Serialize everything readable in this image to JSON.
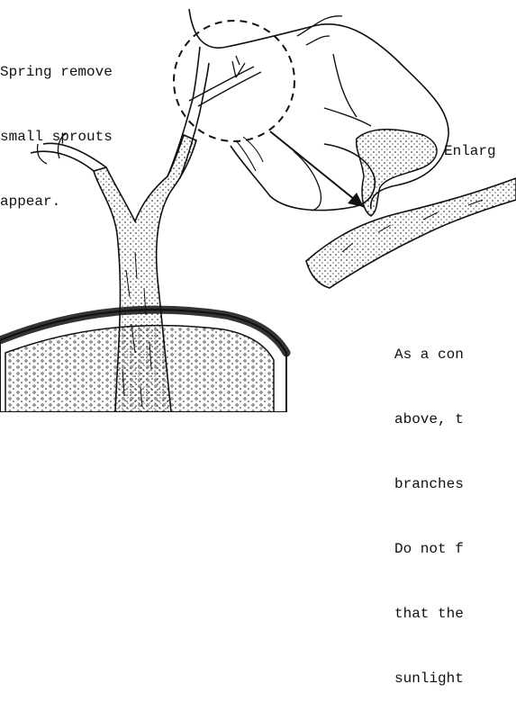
{
  "caption_top": {
    "lines": [
      "Spring remove",
      "small sprouts",
      "appear."
    ]
  },
  "enlarged_label": "Enlarg",
  "caption_bottom": {
    "lines": [
      "As a con",
      "above, t",
      "branches",
      "Do not f",
      "that the",
      "sunlight"
    ]
  },
  "colors": {
    "ink": "#111111",
    "background": "#ffffff"
  }
}
